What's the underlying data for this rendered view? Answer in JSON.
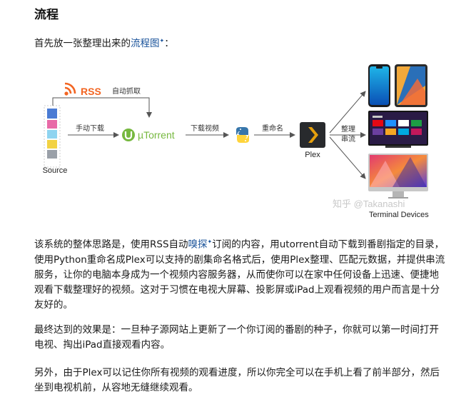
{
  "heading": "流程",
  "intro": {
    "prefix": "首先放一张整理出来的",
    "link": "流程图",
    "suffix": "："
  },
  "diagram": {
    "rss_label": "RSS",
    "auto_grab": "自动抓取",
    "source_label": "Source",
    "manual_download": "手动下载",
    "utorrent_label": "µTorrent",
    "download_video": "下载视频",
    "rename": "重命名",
    "plex_label": "Plex",
    "organize_1": "整理",
    "organize_2": "串流",
    "watermark": "知乎 @Takanashi",
    "devices_label": "Terminal Devices"
  },
  "paragraphs": {
    "p1_a": "该系统的整体思路是，使用RSS自动",
    "p1_link": "嗅探",
    "p1_b": "订阅的内容，用utorrent自动下载到番剧指定的目录，使用Python重命名成Plex可以支持的剧集命名格式后，使用Plex整理、匹配元数据，并提供串流服务，让你的电脑本身成为一个视频内容服务器，从而使你可以在家中任何设备上迅速、便捷地观看下载整理好的视频。这对于习惯在电视大屏幕、投影屏或iPad上观看视频的用户而言是十分友好的。",
    "p2": "最终达到的效果是：一旦种子源网站上更新了一个你订阅的番剧的种子，你就可以第一时间打开电视、掏出iPad直接观看内容。",
    "p3": "另外，由于Plex可以记住你所有视频的观看进度，所以你完全可以在手机上看了前半部分，然后坐到电视机前，从容地无缝继续观看。"
  },
  "colors": {
    "link": "#175199",
    "rss_orange": "#f26522",
    "utorrent_green": "#76b83f",
    "plex_orange": "#e5a00d",
    "arrow": "#555555"
  }
}
